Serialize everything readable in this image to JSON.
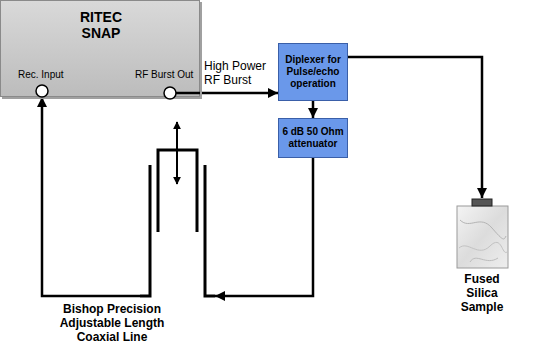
{
  "diagram": {
    "nodes": [
      {
        "text": [
          "RITEC SNAP",
          "Rec. Input",
          "RF Burst Out"
        ]
      },
      {
        "text": [
          "Diplexer for Pulse/echo operation"
        ]
      },
      {
        "text": [
          "6 dB 50 Ohm attenuator"
        ]
      },
      {
        "text": [
          "Fused Silica Sample"
        ]
      },
      {
        "text": [
          "Bishop Precision Adjustable Length Coaxial Line"
        ]
      }
    ],
    "edges": [
      {
        "from": 0,
        "to": 1,
        "arrow": "to",
        "label": "High Power RF Burst"
      },
      {
        "from": 1,
        "to": 3,
        "arrow": "to"
      },
      {
        "from": 1,
        "to": 2,
        "arrow": "to"
      },
      {
        "from": 2,
        "to": 4,
        "arrow": "to"
      },
      {
        "from": 4,
        "to": 0,
        "arrow": "to"
      }
    ]
  }
}
